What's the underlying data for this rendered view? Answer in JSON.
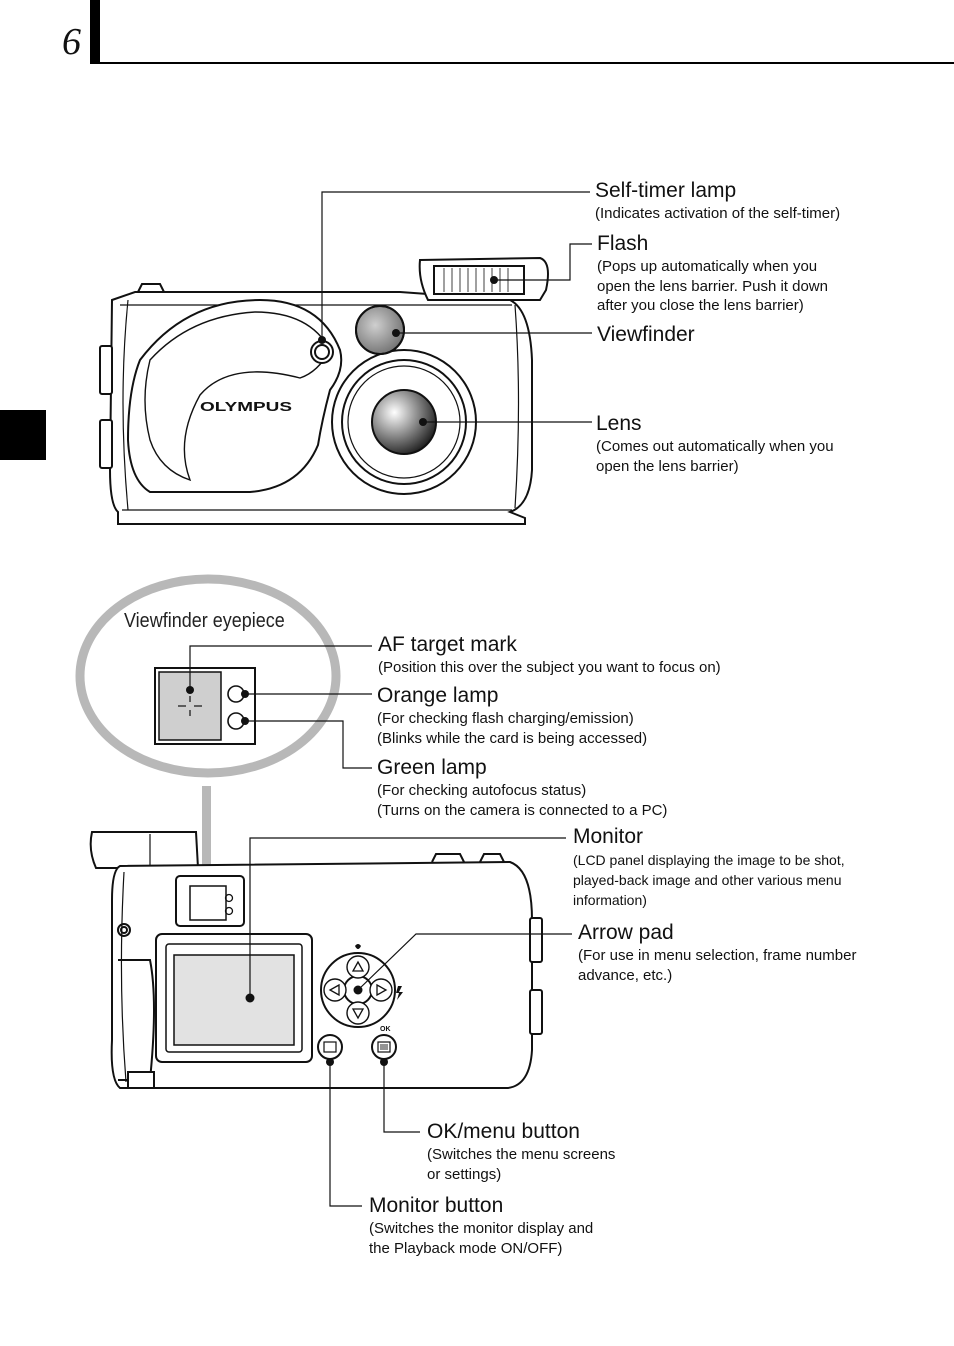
{
  "page": {
    "number": "6"
  },
  "front_view": {
    "brand": "OLYMPUS",
    "labels": {
      "self_timer": {
        "title": "Self-timer lamp",
        "desc": [
          "(Indicates activation of the self-timer)"
        ]
      },
      "flash": {
        "title": "Flash",
        "desc": [
          "(Pops up automatically when you",
          "open the lens barrier. Push it down",
          "after you close the lens barrier)"
        ]
      },
      "viewfinder": {
        "title": "Viewfinder",
        "desc": []
      },
      "lens": {
        "title": "Lens",
        "desc": [
          "(Comes out automatically when you",
          "open the lens barrier)"
        ]
      }
    }
  },
  "eyepiece": {
    "title": "Viewfinder eyepiece",
    "labels": {
      "af_target": {
        "title": "AF target mark",
        "desc": [
          "(Position this over the subject you want to focus on)"
        ]
      },
      "orange_lamp": {
        "title": "Orange lamp",
        "desc": [
          "(For checking flash charging/emission)",
          "(Blinks while the card is being accessed)"
        ]
      },
      "green_lamp": {
        "title": "Green lamp",
        "desc": [
          "(For checking autofocus status)",
          "(Turns on the camera is connected to a PC)"
        ]
      }
    }
  },
  "back_view": {
    "ok_mark": "OK",
    "labels": {
      "monitor": {
        "title": "Monitor",
        "desc": [
          "(LCD panel displaying the image to be shot,",
          "played-back image and other various menu",
          "information)"
        ]
      },
      "arrow_pad": {
        "title": "Arrow pad",
        "desc": [
          "(For use in menu selection, frame number",
          "advance, etc.)"
        ]
      },
      "ok_menu": {
        "title": "OK/menu button",
        "desc": [
          "(Switches the menu screens",
          "or settings)"
        ]
      },
      "monitor_button": {
        "title": "Monitor button",
        "desc": [
          "(Switches the monitor display and",
          "the Playback mode ON/OFF)"
        ]
      }
    }
  },
  "colors": {
    "ink": "#111111",
    "eyepiece_ring": "#b8b8b8",
    "screen_fill": "#e2e2e2"
  }
}
